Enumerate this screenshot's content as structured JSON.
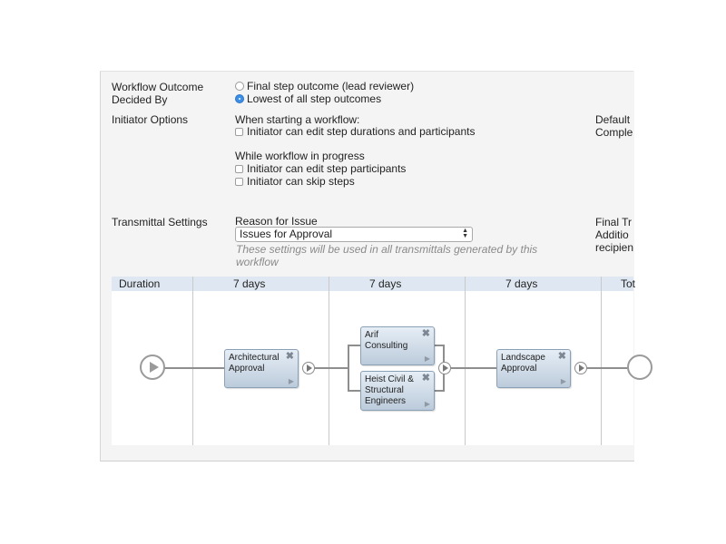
{
  "settings": {
    "outcome_label_line1": "Workflow Outcome",
    "outcome_label_line2": "Decided By",
    "outcome_options": [
      {
        "label": "Final step outcome (lead reviewer)",
        "selected": false
      },
      {
        "label": "Lowest of all step outcomes",
        "selected": true
      }
    ],
    "initiator_label": "Initiator Options",
    "when_starting": "When starting a workflow:",
    "starting_options": [
      {
        "label": "Initiator can edit step durations and participants",
        "checked": false
      }
    ],
    "while_in_progress": "While workflow in progress",
    "progress_options": [
      {
        "label": "Initiator can edit step participants",
        "checked": false
      },
      {
        "label": "Initiator can skip steps",
        "checked": false
      }
    ],
    "default_label_line1": "Default",
    "default_label_line2": "Comple",
    "transmittal_label": "Transmittal Settings",
    "reason_label": "Reason for Issue",
    "reason_value": "Issues for Approval",
    "reason_hint": "These settings will be used in all transmittals generated by this workflow",
    "final_label_line1": "Final Tr",
    "final_label_line2": "Additio",
    "final_label_line3": "recipien"
  },
  "workflow": {
    "duration_label": "Duration",
    "columns": [
      "7 days",
      "7 days",
      "7 days"
    ],
    "total_label": "Tot",
    "steps": {
      "architectural": [
        "Architectural",
        "Approval"
      ],
      "arif": [
        "Arif",
        "Consulting"
      ],
      "heist": [
        "Heist Civil &",
        "Structural",
        "Engineers"
      ],
      "landscape": [
        "Landscape",
        "Approval"
      ]
    },
    "remove_glyph": "✖",
    "expand_glyph": "▶"
  },
  "colors": {
    "header_bg": "#dfe8f2",
    "node_gradient_top": "#e6eef6",
    "node_gradient_bottom": "#bccbdb",
    "radio_selected": "#3d8ee6"
  }
}
